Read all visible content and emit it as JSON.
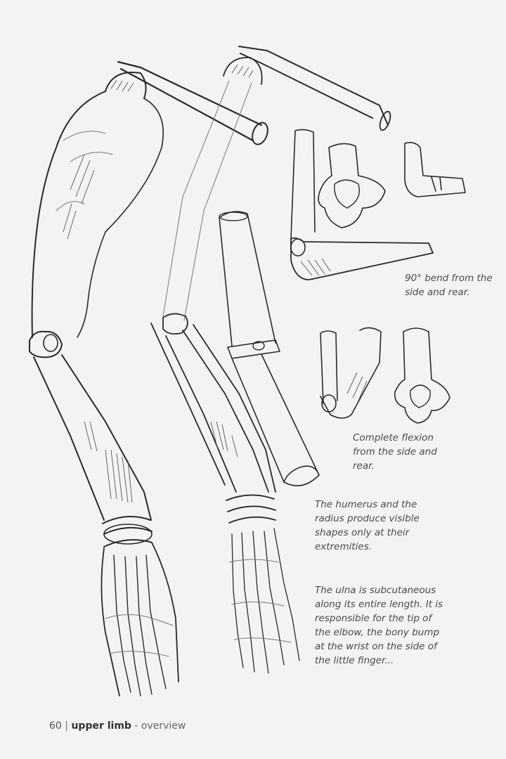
{
  "captions": {
    "bend": "90° bend from the side and rear.",
    "flexion": "Complete flexion from the side and rear.",
    "humerus": "The humerus and the radius produce visible shapes only at their extremities.",
    "ulna": "The ulna is subcutaneous along its entire length. It is responsible for the tip of the elbow, the bony bump at the wrist on the side of the little finger..."
  },
  "footer": {
    "page_number": "60",
    "separator": "|",
    "section": "upper limb",
    "subsection": "- overview"
  }
}
